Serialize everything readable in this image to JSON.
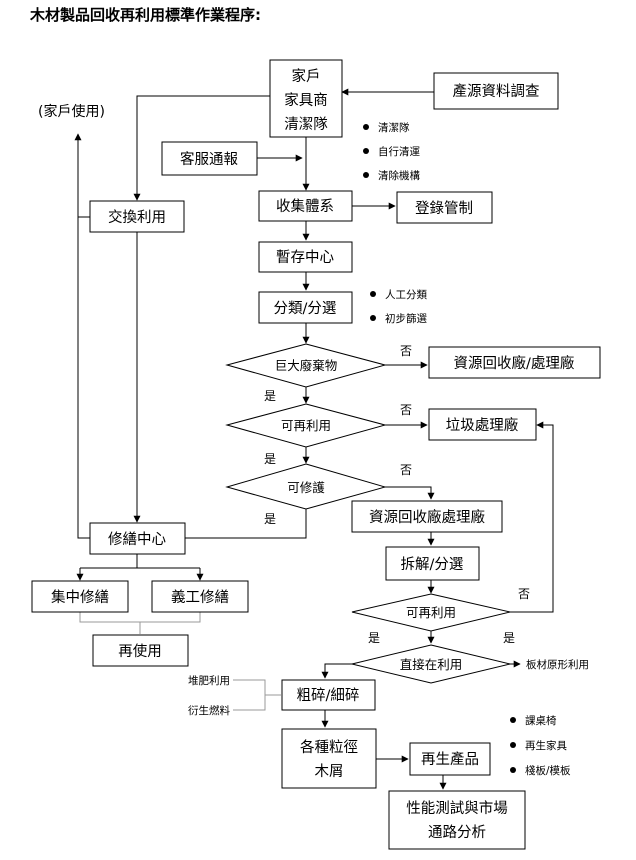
{
  "title": "木材製品回收再利用標準作業程序:",
  "nodes": {
    "source": [
      "家戶",
      "家具商",
      "清潔隊"
    ],
    "survey": "產源資料調查",
    "household_use": "(家戶使用)",
    "service": "客服通報",
    "exchange": "交換利用",
    "collection": "收集體系",
    "registry": "登錄管制",
    "staging": "暫存中心",
    "sorting": "分類/分選",
    "bulky": "巨大廢棄物",
    "recycle_plant_1": "資源回收廠/處理廠",
    "reusable_1": "可再利用",
    "garbage_plant": "垃圾處理廠",
    "repairable": "可修護",
    "recycle_plant_2": "資源回收廠處理廠",
    "repair_center": "修繕中心",
    "dismantle": "拆解/分選",
    "central_repair": "集中修繕",
    "volunteer_repair": "義工修繕",
    "reusable_2": "可再利用",
    "reuse": "再使用",
    "direct_use": "直接在利用",
    "board_reuse": "板材原形利用",
    "compost": "堆肥利用",
    "fuel": "衍生燃料",
    "crushing": "粗碎/細碎",
    "wood_chips": [
      "各種粒徑",
      "木屑"
    ],
    "recycled_product": "再生產品",
    "market_analysis": [
      "性能測試與市場",
      "通路分析"
    ]
  },
  "bullets": {
    "source": [
      "清潔隊",
      "自行清運",
      "清除機構"
    ],
    "sorting": [
      "人工分類",
      "初步篩選"
    ],
    "products": [
      "課桌椅",
      "再生家具",
      "棧板/模板"
    ]
  },
  "edge_labels": {
    "no": "否",
    "yes": "是"
  }
}
